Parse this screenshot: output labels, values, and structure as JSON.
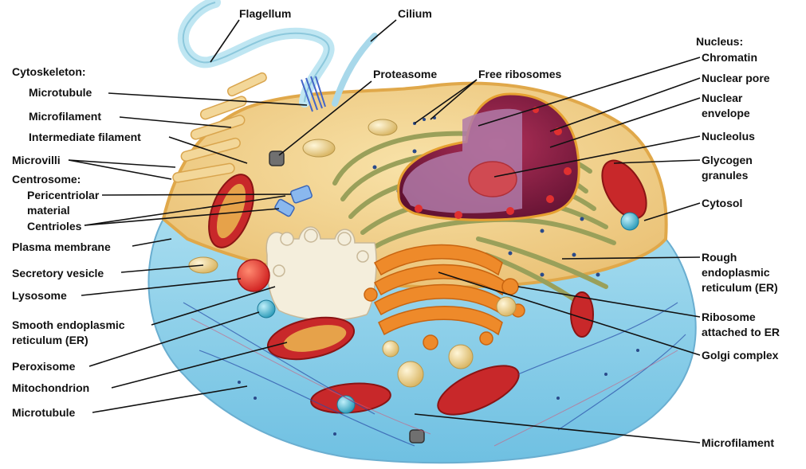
{
  "labels_left": {
    "cytoskeleton": "Cytoskeleton:",
    "microtubule_top": "Microtubule",
    "microfilament_top": "Microfilament",
    "intermediate_filament": "Intermediate filament",
    "microvilli": "Microvilli",
    "centrosome": "Centrosome:",
    "pericentriolar_1": "Pericentriolar",
    "pericentriolar_2": "material",
    "centrioles": "Centrioles",
    "plasma_membrane": "Plasma membrane",
    "secretory_vesicle": "Secretory vesicle",
    "lysosome": "Lysosome",
    "smooth_er_1": "Smooth endoplasmic",
    "smooth_er_2": "reticulum (ER)",
    "peroxisome": "Peroxisome",
    "mitochondrion": "Mitochondrion",
    "microtubule_bottom": "Microtubule"
  },
  "labels_top": {
    "flagellum": "Flagellum",
    "cilium": "Cilium",
    "proteasome": "Proteasome",
    "free_ribosomes": "Free ribosomes"
  },
  "labels_right": {
    "nucleus": "Nucleus:",
    "chromatin": "Chromatin",
    "nuclear_pore": "Nuclear pore",
    "nuclear_envelope_1": "Nuclear",
    "nuclear_envelope_2": "envelope",
    "nucleolus": "Nucleolus",
    "glycogen_1": "Glycogen",
    "glycogen_2": "granules",
    "cytosol": "Cytosol",
    "rough_er_1": "Rough",
    "rough_er_2": "endoplasmic",
    "rough_er_3": "reticulum (ER)",
    "ribosome_er_1": "Ribosome",
    "ribosome_er_2": "attached to ER",
    "golgi": "Golgi complex",
    "microfilament_bottom": "Microfilament"
  },
  "colors": {
    "cytoplasm": "#f2d08c",
    "lower_cell": "#8fd0ea",
    "membrane": "#e7b35a",
    "nucleus": "#8a2040",
    "chromatin": "#b07aa8",
    "nucleolus": "#d04a52",
    "rough_er": "#9aa05a",
    "golgi": "#ee8a2a",
    "mitochondrion": "#c8282a",
    "smooth_er": "#f0ead8",
    "flagellum": "#bfe6f2",
    "leader": "#111111"
  }
}
